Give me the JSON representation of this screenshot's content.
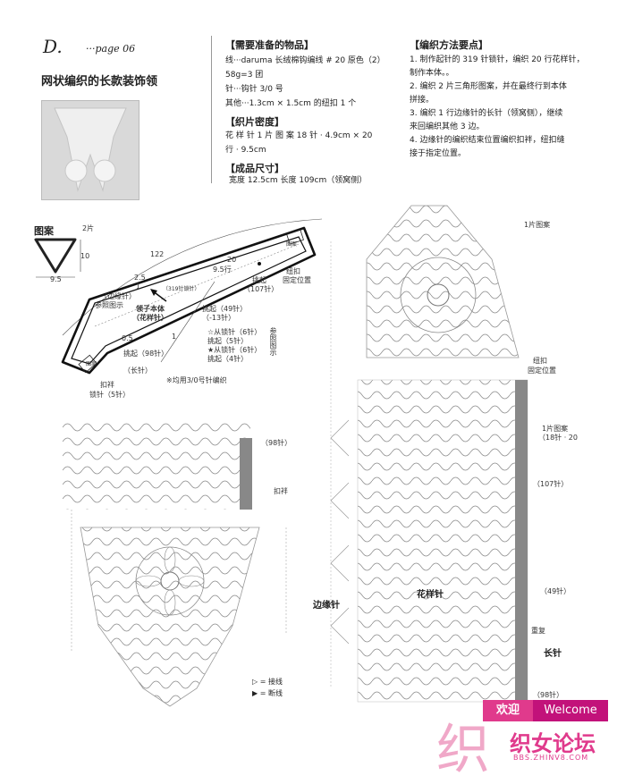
{
  "header": {
    "letter": "D.",
    "page": "···page 06",
    "title": "网状编织的长款装饰领"
  },
  "materials": {
    "heading": "【需要准备的物品】",
    "lines": [
      "线···daruma 长绒棉钩编线 # 20  原色（2）",
      "58g=3 团",
      "针···钩针 3/0 号",
      "其他···1.3cm × 1.5cm 的纽扣 1 个"
    ]
  },
  "gauge": {
    "heading": "【织片密度】",
    "lines": [
      "花 样 针  1 片 图 案  18 针 · 4.9cm × 20",
      "行 · 9.5cm"
    ]
  },
  "size": {
    "heading": "【成品尺寸】",
    "lines": [
      "宽度 12.5cm  长度 109cm（领窝侧）"
    ]
  },
  "method": {
    "heading": "【编织方法要点】",
    "lines": [
      "1. 制作起针的 319 针锁针，编织 20 行花样针，",
      "制作本体。。",
      "2. 编织 2 片三角形图案，并在最终行到本体",
      "拼接。",
      "3. 编织 1 行边缘针的长针（领窝侧），继续",
      "来回编织其他 3 边。",
      "4. 边缘针的编织结束位置编织扣袢，纽扣缝",
      "接于指定位置。"
    ]
  },
  "motif": {
    "label": "图案",
    "count": "2片",
    "height": "10",
    "width": "9.5"
  },
  "schematic": {
    "total_length": "122",
    "length_20": "20",
    "length_95": "9.5行",
    "rows_25": "2.5",
    "rows_1": "1",
    "rows_05": "0.5",
    "rows_1b": "1",
    "band_label": "领子本体",
    "band_sub": "（花样针）",
    "band_center": "（319针锁针）",
    "edging_label": "（边缘针）",
    "edging_ref": "参照图示",
    "pickup_49": "挑起（49针）",
    "pickup_13": "（-13针）",
    "pickup_98": "挑起（98针）",
    "long_stitch": "（长针）",
    "pick_107": "挑起",
    "pick_107b": "（107针）",
    "button": "纽扣",
    "button_pos": "固定位置",
    "loop": "扣袢",
    "loop_chain": "锁针（5针）",
    "motif_tag_l": "图案",
    "motif_tag_r": "图案",
    "pick_a": "☆从锁针（6针）",
    "pick_b": "挑起（5针）",
    "pick_c": "★从锁针（6针）",
    "pick_d": "挑起（4针）",
    "ref_diagram": "参照图示",
    "note": "※均用3/0号针编织"
  },
  "chart_left": {
    "count98": "（98针）",
    "loop": "扣袢"
  },
  "chart_right": {
    "motif_label": "1片图案",
    "button": "纽扣",
    "button_pos": "固定位置",
    "repeat_label": "1片图案",
    "repeat_count": "（18针 · 20",
    "count107": "（107针）",
    "count49": "（49针）",
    "pattern_stitch": "花样针",
    "edging": "边缘针",
    "repeat": "重复",
    "long_stitch": "长针",
    "count98": "（98针）"
  },
  "legend": {
    "join": "= 接线",
    "cut": "= 断线"
  },
  "watermark": {
    "welcome_cn": "欢迎",
    "welcome_en": "Welcome",
    "site": "织女论坛",
    "url": "BBS.ZHINV8.COM",
    "mark": "织"
  }
}
